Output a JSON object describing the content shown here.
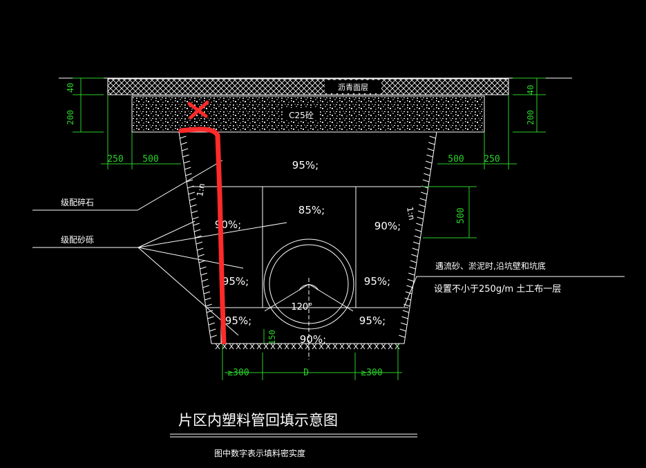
{
  "surface": {
    "asphalt_label": "沥青面层",
    "concrete_label": "C25砼"
  },
  "dimensions": {
    "left_top": "40",
    "left_base": "200",
    "right_top": "40",
    "right_base": "200",
    "left_shoulder": "250",
    "left_offset": "500",
    "right_offset": "500",
    "right_shoulder": "250",
    "zone_height": "500",
    "bedding": "150",
    "bottom_left": "≥300",
    "bottom_mid": "D",
    "bottom_right": "≥300"
  },
  "slopes": {
    "left": "1:n",
    "right": "1:n"
  },
  "compaction": {
    "top": "95%;",
    "mid": "85%;",
    "left_upper": "90%;",
    "right_upper": "90%;",
    "left_middle": "95%;",
    "right_middle": "95%;",
    "left_lower": "95%;",
    "right_lower": "95%;",
    "bottom": "90%;"
  },
  "angle": "120°",
  "leaders": {
    "gravel": "级配碎石",
    "sand": "级配砂砾"
  },
  "note": {
    "line1": "遇流砂、淤泥时,沿坑壁和坑底",
    "line2": "设置不小于250g/m  土工布一层"
  },
  "title": "片区内塑料管回填示意图",
  "subtitle": "图中数字表示填料密实度",
  "colors": {
    "background": "#000000",
    "lines": "#ffffff",
    "dimensions": "#2bd12b",
    "markup": "#ff2a2a"
  }
}
